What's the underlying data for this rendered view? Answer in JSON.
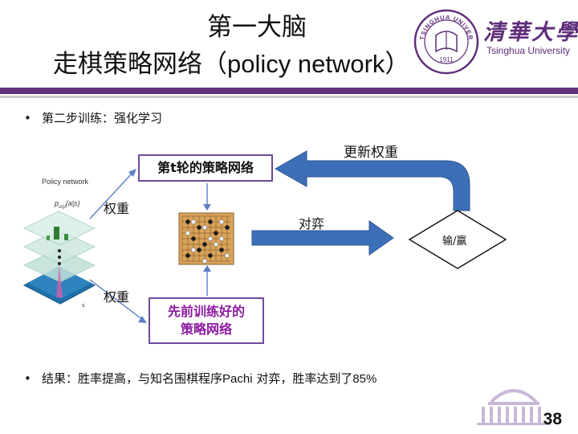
{
  "slide": {
    "title_line1": "第一大脑",
    "title_line2_cn": "走棋策略网络（",
    "title_line2_en": "policy network",
    "title_line2_close": "）",
    "page_number": "38"
  },
  "logo": {
    "name_cn": "清華大學",
    "name_en": "Tsinghua University",
    "seal_text": "TSINGHUA UNIVERSITY",
    "seal_year": "1911",
    "colors": {
      "purple": "#5f2d7a",
      "divider": "#63307c"
    }
  },
  "bullets": {
    "step": "第二步训练：强化学习",
    "result_prefix": "结果：胜率提高，与知名围棋程序",
    "result_program": "Pachi",
    "result_suffix": " 对弈，胜率达到了",
    "result_rate": "85%"
  },
  "diagram": {
    "figure_title": "Policy network",
    "figure_formula": "p",
    "figure_formula_sub": "σ/ρ",
    "figure_formula_args": "(a|s)",
    "figure_axis_s": "s",
    "box_top": "第t轮的策略网络",
    "box_bottom_line1": "先前训练好的",
    "box_bottom_line2": "策略网络",
    "weight_label_top": "权重",
    "weight_label_bottom": "权重",
    "update_label": "更新权重",
    "play_label": "对弈",
    "outcome_label": "输/赢",
    "arrow_color": "#3d6fb8"
  }
}
